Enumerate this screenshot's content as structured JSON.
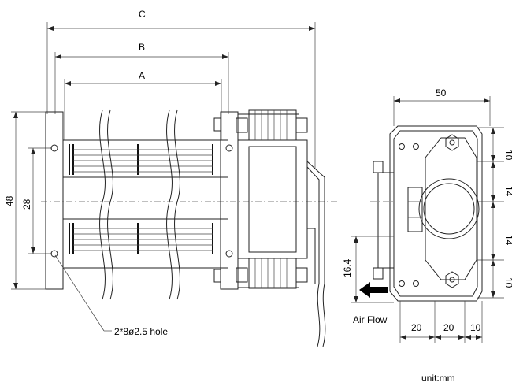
{
  "dimension_labels": {
    "C": "C",
    "B": "B",
    "A": "A",
    "height_48": "48",
    "height_28": "28",
    "width_50": "50",
    "right_10_top": "10",
    "right_14_upper": "14",
    "right_14_lower": "14",
    "right_10_bottom": "10",
    "bottom_20_left": "20",
    "bottom_20_mid": "20",
    "bottom_10": "10",
    "air_offset": "16.4"
  },
  "callouts": {
    "hole_note": "2*8ø2.5 hole",
    "air_flow": "Air Flow"
  },
  "unit_note": "unit:mm"
}
